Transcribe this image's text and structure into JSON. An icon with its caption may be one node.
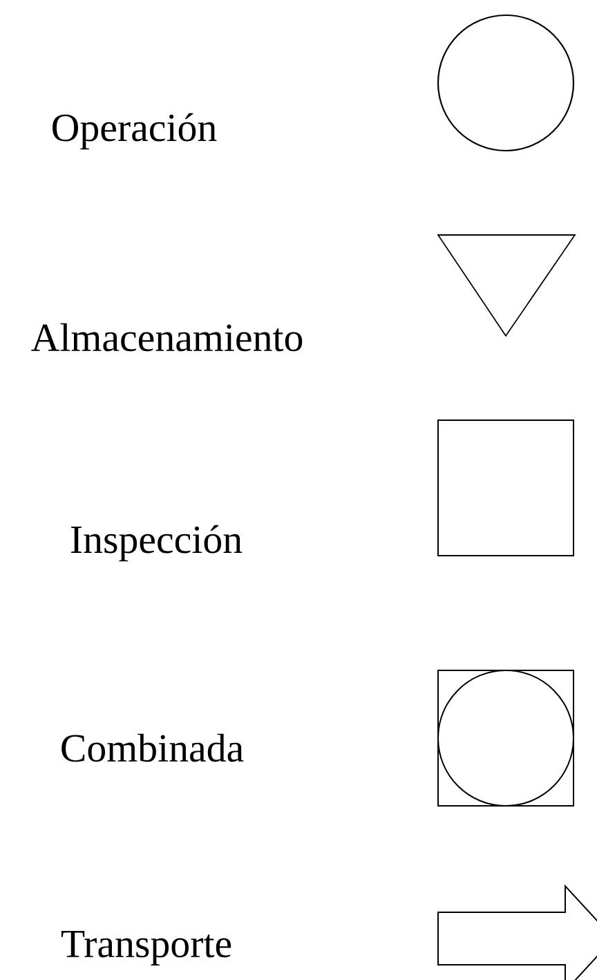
{
  "diagram": {
    "legend": [
      {
        "text": "Operación"
      },
      {
        "text": "Almacenamiento"
      },
      {
        "text": "Inspección"
      },
      {
        "text": "Combinada"
      },
      {
        "text": "Transporte"
      }
    ]
  }
}
